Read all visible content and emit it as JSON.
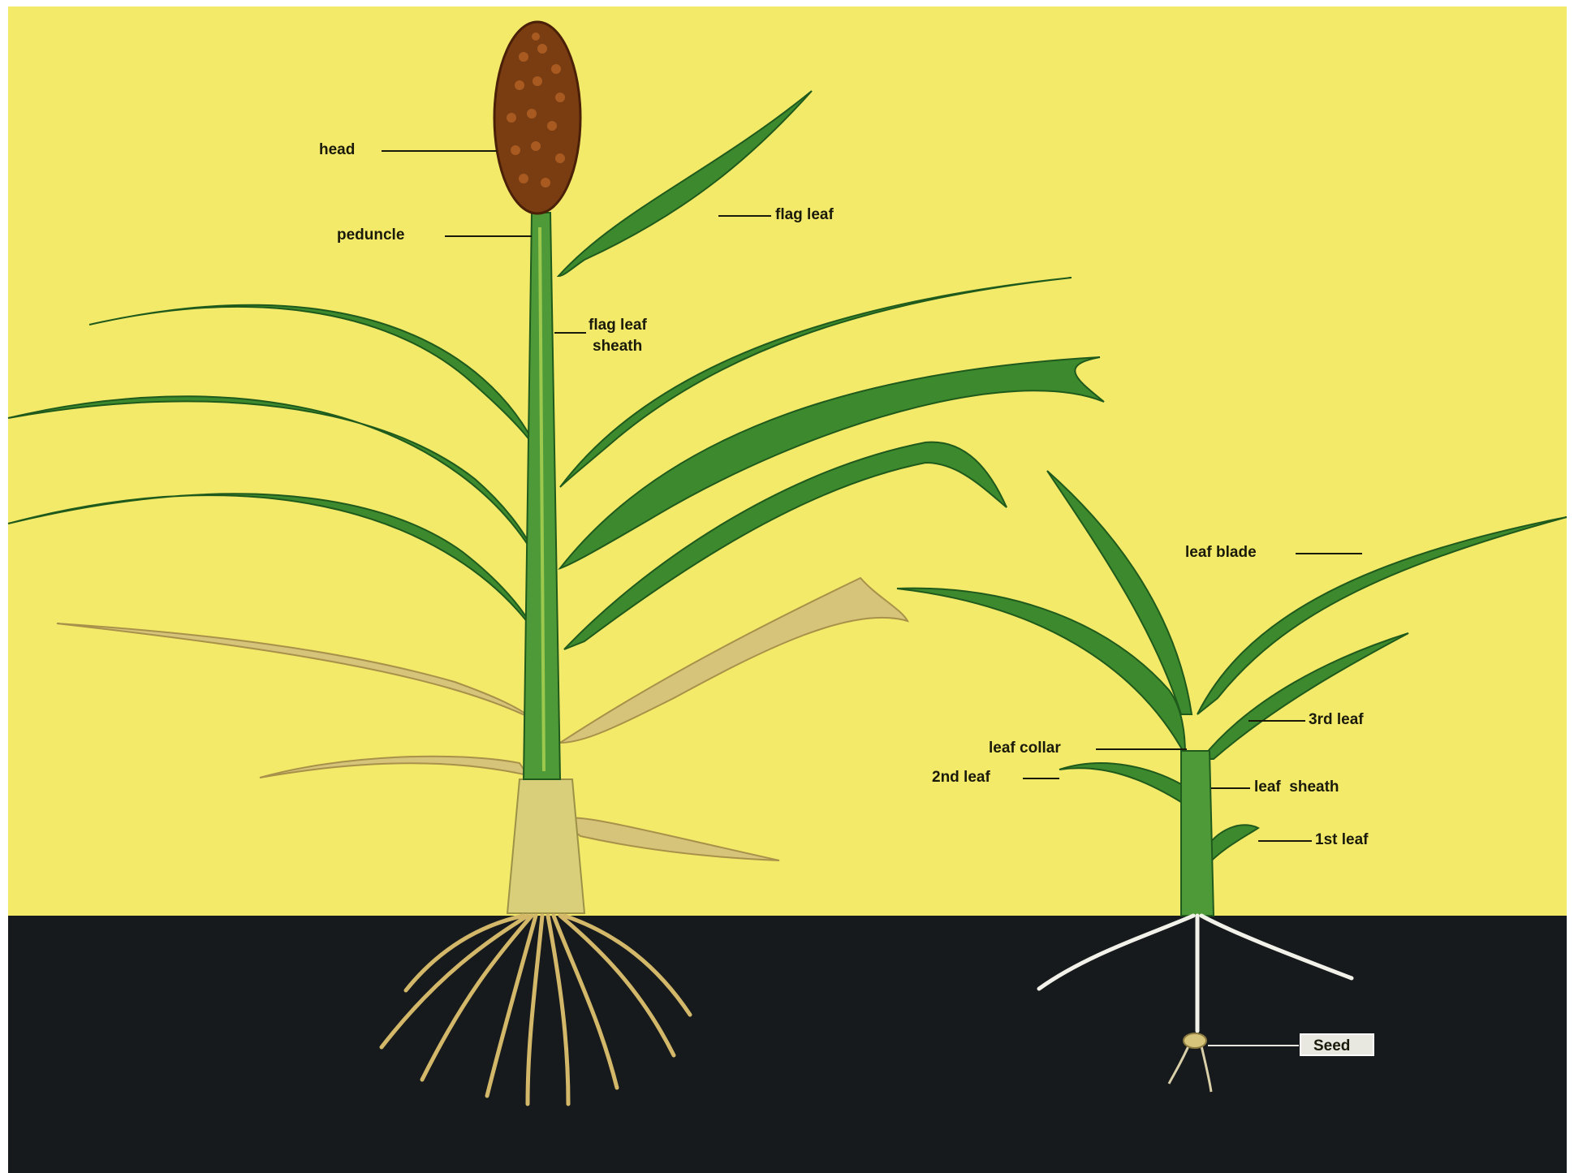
{
  "colors": {
    "background": "#f3ea6a",
    "soil": "#161a1c",
    "leaf": "#3d8a2e",
    "leaf_dark": "#1f5a1c",
    "leaf_light": "#9cc84e",
    "dead_leaf": "#d6c47a",
    "head": "#7a3d12",
    "roots_mature": "#d4b86a",
    "roots_seedling": "#f2f2ea",
    "label_text": "#1a1a0a",
    "seed_label_bg": "#e8e8e0"
  },
  "mature_plant": {
    "labels": {
      "head": "head",
      "peduncle": "peduncle",
      "flag_leaf": "flag leaf",
      "flag_leaf_sheath_1": "flag leaf",
      "flag_leaf_sheath_2": "sheath"
    }
  },
  "seedling": {
    "labels": {
      "leaf_blade": "leaf blade",
      "third_leaf": "3rd leaf",
      "leaf_collar": "leaf collar",
      "second_leaf": "2nd leaf",
      "leaf_sheath": "leaf  sheath",
      "first_leaf": "1st leaf",
      "seed": "Seed"
    }
  }
}
